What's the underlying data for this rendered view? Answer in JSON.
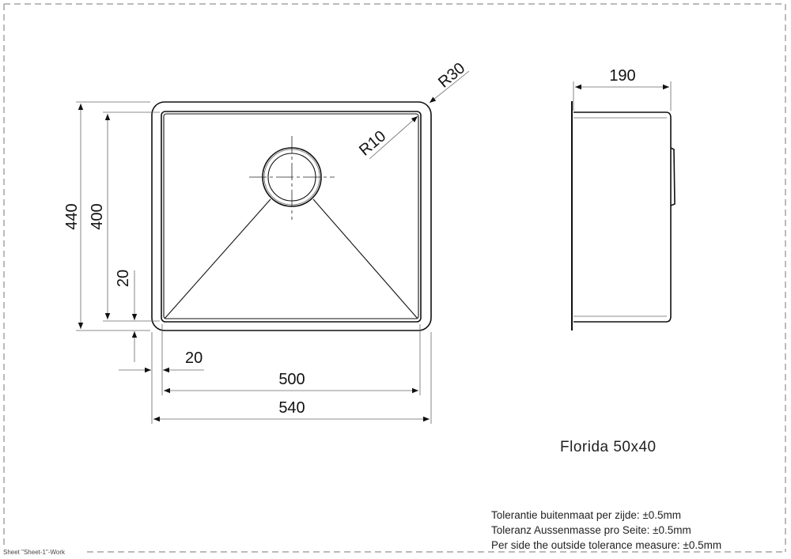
{
  "drawing": {
    "title": "Florida 50x40",
    "dimensions": {
      "outer_height": "440",
      "inner_height": "400",
      "rim_vertical": "20",
      "rim_horizontal": "20",
      "inner_width": "500",
      "outer_width": "540",
      "depth": "190",
      "outer_radius": "R30",
      "inner_radius": "R10"
    },
    "tolerances": [
      {
        "label": "Tolerantie buitenmaat per zijde:",
        "value": "±0.5mm"
      },
      {
        "label": "Toleranz Aussenmasse pro Seite:",
        "value": "±0.5mm"
      },
      {
        "label": "Per side the outside tolerance measure:",
        "value": "±0.5mm"
      }
    ],
    "sheet_label": "Sheet \"Sheet-1\"-Work"
  }
}
